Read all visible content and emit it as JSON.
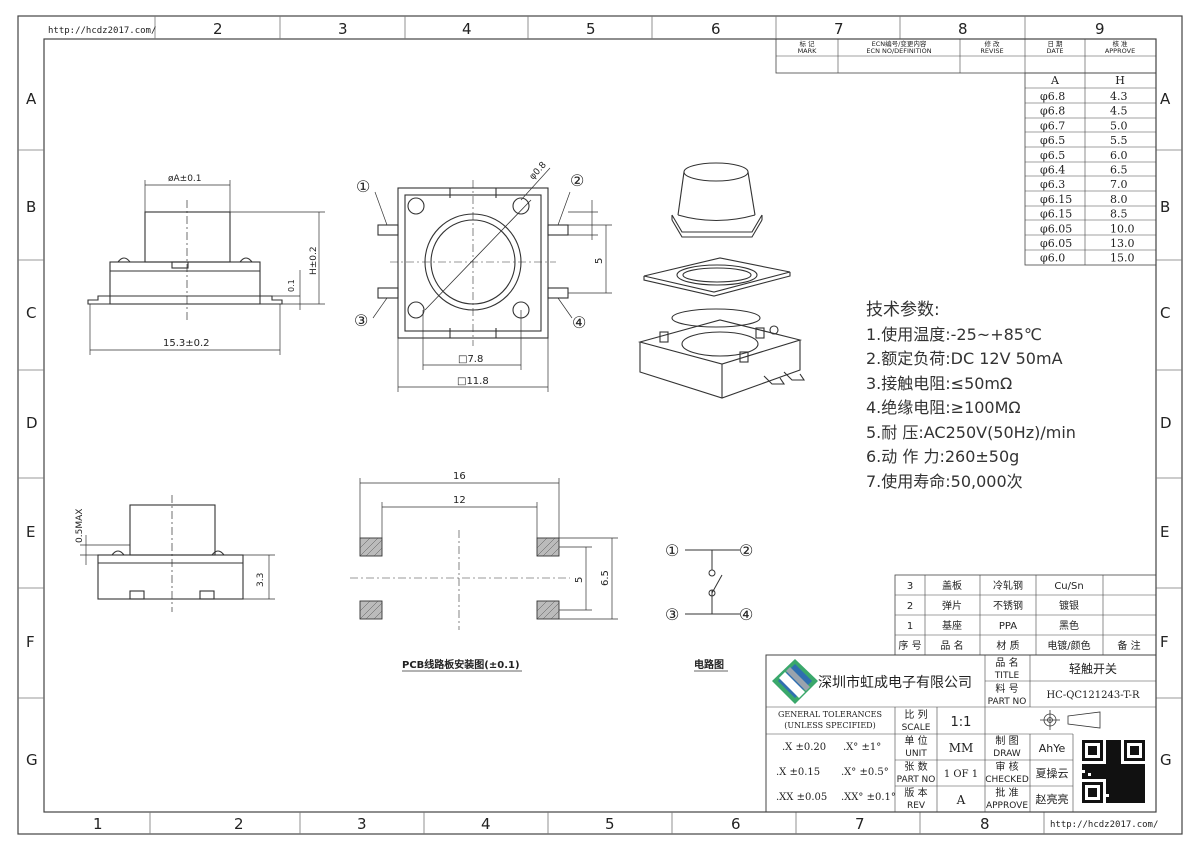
{
  "frame": {
    "url_top": "http://hcdz2017.com/",
    "url_bottom": "http://hcdz2017.com/",
    "cols_top": [
      "2",
      "3",
      "4",
      "5",
      "6",
      "7",
      "8",
      "9"
    ],
    "cols_bottom": [
      "1",
      "2",
      "3",
      "4",
      "5",
      "6",
      "7",
      "8"
    ],
    "rows": [
      "A",
      "B",
      "C",
      "D",
      "E",
      "F",
      "G"
    ]
  },
  "revision_block": {
    "headers": [
      {
        "cn": "标 记",
        "en": "MARK"
      },
      {
        "cn": "ECN编号/变更内容",
        "en": "ECN NO/DEFINITION"
      },
      {
        "cn": "修 改",
        "en": "REVISE"
      },
      {
        "cn": "日 期",
        "en": "DATE"
      },
      {
        "cn": "核 准",
        "en": "APPROVE"
      }
    ]
  },
  "size_table": {
    "headers": [
      "A",
      "H"
    ],
    "rows": [
      [
        "φ6.8",
        "4.3"
      ],
      [
        "φ6.8",
        "4.5"
      ],
      [
        "φ6.7",
        "5.0"
      ],
      [
        "φ6.5",
        "5.5"
      ],
      [
        "φ6.5",
        "6.0"
      ],
      [
        "φ6.4",
        "6.5"
      ],
      [
        "φ6.3",
        "7.0"
      ],
      [
        "φ6.15",
        "8.0"
      ],
      [
        "φ6.15",
        "8.5"
      ],
      [
        "φ6.05",
        "10.0"
      ],
      [
        "φ6.05",
        "13.0"
      ],
      [
        "φ6.0",
        "15.0"
      ]
    ]
  },
  "specs": {
    "title": "技术参数:",
    "items": [
      "1.使用温度:-25~+85℃",
      "2.额定负荷:DC 12V 50mA",
      "3.接触电阻:≤50mΩ",
      "4.绝缘电阻:≥100MΩ",
      "5.耐    压:AC250V(50Hz)/min",
      "6.动 作 力:260±50g",
      "7.使用寿命:50,000次"
    ]
  },
  "dimensions": {
    "side_diameter": "øA±0.1",
    "side_height": "H±0.2",
    "side_offset": "0.1",
    "side_width": "15.3±0.2",
    "top_pin1": "①",
    "top_pin2": "②",
    "top_pin3": "③",
    "top_pin4": "④",
    "top_hole": "φ0.8",
    "top_pitch": "5",
    "top_inner": "□7.8",
    "top_outer": "□11.8",
    "front_max": "0.5MAX",
    "front_height": "3.3",
    "pcb_outer": "16",
    "pcb_inner": "12",
    "pcb_pitch": "5",
    "pcb_span": "6.5"
  },
  "captions": {
    "pcb": "PCB线路板安装图(±0.1)",
    "circuit": "电路图"
  },
  "circuit_pins": [
    "①",
    "②",
    "③",
    "④"
  ],
  "bom": {
    "header": [
      "序 号",
      "品 名",
      "材 质",
      "电镀/颜色",
      "备 注"
    ],
    "rows": [
      [
        "3",
        "盖板",
        "冷轧钢",
        "Cu/Sn",
        ""
      ],
      [
        "2",
        "弹片",
        "不锈钢",
        "镀银",
        ""
      ],
      [
        "1",
        "基座",
        "PPA",
        "黑色",
        ""
      ]
    ]
  },
  "title_block": {
    "company": "深圳市虹成电子有限公司",
    "title_label_cn": "品 名",
    "title_label_en": "TITLE",
    "title_value": "轻触开关",
    "part_label_cn": "料 号",
    "part_label_en": "PART NO",
    "part_value": "HC-QC121243-T-R",
    "tol_title_1": "GENERAL TOLERANCES",
    "tol_title_2": "(UNLESS SPECIFIED)",
    "tol": [
      [
        ".X  ±0.20",
        ".X°  ±1°"
      ],
      [
        ".X  ±0.15",
        ".X°  ±0.5°"
      ],
      [
        ".XX ±0.05",
        ".XX°  ±0.1°"
      ]
    ],
    "scale_cn": "比 列",
    "scale_en": "SCALE",
    "scale_value": "1:1",
    "unit_cn": "单 位",
    "unit_en": "UNIT",
    "unit_value": "MM",
    "sheet_cn": "张 数",
    "sheet_en": "PART NO",
    "sheet_value": "1 OF 1",
    "rev_cn": "版 本",
    "rev_en": "REV",
    "rev_value": "A",
    "draw_cn": "制 图",
    "draw_en": "DRAW",
    "draw_value": "AhYe",
    "check_cn": "审 核",
    "check_en": "CHECKED",
    "check_value": "夏操云",
    "approve_cn": "批 准",
    "approve_en": "APPROVE",
    "approve_value": "赵亮亮"
  },
  "colors": {
    "line": "#333333",
    "logo_green": "#3aa86b",
    "logo_blue": "#2f6fb0",
    "logo_gray": "#9aa3ad"
  }
}
